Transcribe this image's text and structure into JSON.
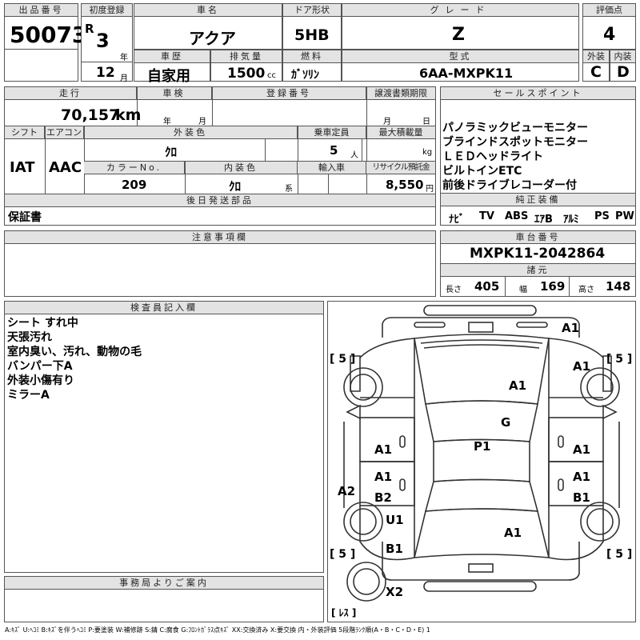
{
  "header": {
    "lot_label": "出品番号",
    "lot_value": "50073",
    "first_reg_label": "初度登録",
    "era": "R",
    "year": "3",
    "year_unit": "年",
    "month": "12",
    "month_unit": "月",
    "car_name_label": "車名",
    "car_name": "アクア",
    "door_label": "ドア形状",
    "door_value": "5HB",
    "grade_label": "グレード",
    "grade_value": "Z",
    "rating_label": "評価点",
    "rating_value": "4",
    "history_label": "車歴",
    "history_value": "自家用",
    "displacement_label": "排気量",
    "displacement_value": "1500",
    "displacement_unit": "cc",
    "fuel_label": "燃料",
    "fuel_value": "ｶﾞｿﾘﾝ",
    "model_label": "型式",
    "model_value": "6AA-MXPK11",
    "exterior_label": "外装",
    "exterior_value": "C",
    "interior_label": "内装",
    "interior_value": "D"
  },
  "details": {
    "mileage_label": "走行",
    "mileage_value": "70,157",
    "mileage_unit": "km",
    "inspection_label": "車検",
    "insp_year_unit": "年",
    "insp_month_unit": "月",
    "reg_no_label": "登録番号",
    "transfer_label": "譲渡書類期限",
    "transfer_month_unit": "月",
    "transfer_day_unit": "日",
    "shift_label": "シフト",
    "shift_value": "IAT",
    "ac_label": "エアコン",
    "ac_value": "AAC",
    "ext_color_label": "外装色",
    "ext_color_value": "ｸﾛ",
    "capacity_label": "乗車定員",
    "capacity_value": "5",
    "capacity_unit": "人",
    "max_load_label": "最大積載量",
    "max_load_unit": "kg",
    "color_no_label": "カラーNo.",
    "color_no_value": "209",
    "int_color_label": "内装色",
    "int_color_value": "ｸﾛ",
    "int_color_unit": "系",
    "import_label": "輸入車",
    "recycle_label": "リサイクル預託金",
    "recycle_value": "8,550",
    "recycle_unit": "円",
    "later_parts_label": "後日発送部品",
    "later_parts_value": "保証書"
  },
  "sales_points": {
    "label": "セールスポイント",
    "items": [
      "パノラミックビューモニター",
      "ブラインドスポットモニター",
      "ＬＥＤヘッドライト",
      "ビルトインETC",
      "前後ドライブレコーダー付"
    ]
  },
  "genuine": {
    "label": "純正装備",
    "items": [
      "ﾅﾋﾞ",
      "TV",
      "ABS",
      "ｴｱB",
      "ｱﾙﾐ",
      "PS",
      "PW"
    ]
  },
  "notes": {
    "label": "注意事項欄"
  },
  "chassis": {
    "label": "車台番号",
    "value": "MXPK11-2042864",
    "dims_label": "諸元",
    "length_label": "長さ",
    "length_value": "405",
    "width_label": "幅",
    "width_value": "169",
    "height_label": "高さ",
    "height_value": "148"
  },
  "inspector": {
    "label": "検査員記入欄",
    "items": [
      "シート すれ中",
      "天張汚れ",
      "室内臭い、汚れ、動物の毛",
      "バンパー下A",
      "外装小傷有り",
      "ミラーA"
    ]
  },
  "office": {
    "label": "事務局よりご案内"
  },
  "diagram": {
    "marks": {
      "a1_front": "A1",
      "five_tl": "[ 5 ]",
      "five_tr": "[ 5 ]",
      "a1_fr_tire": "A1",
      "a1_hood": "A1",
      "g_glass": "G",
      "p1_roof": "P1",
      "a1_left1": "A1",
      "a1_left2": "A1",
      "b2_left": "B2",
      "a2_left": "A2",
      "u1_left": "U1",
      "b1_left": "B1",
      "a1_right1": "A1",
      "a1_right2": "A1",
      "b1_right": "B1",
      "a1_trunk": "A1",
      "five_bl": "[ 5 ]",
      "five_br": "[ 5 ]",
      "x2": "X2",
      "spare": "[ ﾚｽ ]"
    }
  },
  "legend": "A:ｷｽﾞ U:ﾍｺﾐ B:ｷｽﾞを伴うﾍｺﾐ P:要塗装 W:補修跡 S:錆 C:腐食 G:ﾌﾛﾝﾄｶﾞﾗｽ点ｷｽﾞ XX:交換済み X:要交換 内・外装評価 5段階ﾗﾝｸ順(A・B・C・D・E) 1"
}
